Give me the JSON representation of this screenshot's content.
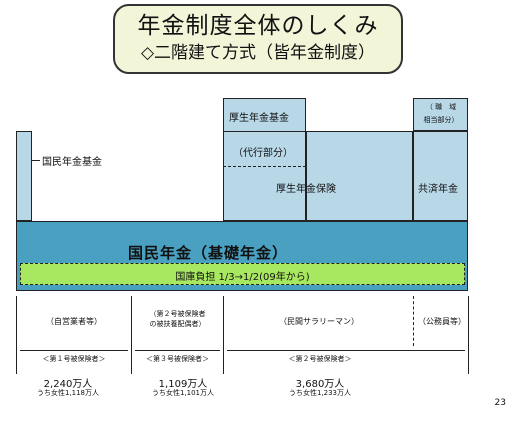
{
  "title": {
    "line1": "年金制度全体のしくみ",
    "line2": "◇二階建て方式（皆年金制度）"
  },
  "upper_tier": {
    "kosei_kikin": "厚生年金基金",
    "daiko_bubun": "（代行部分）",
    "kosei_hoken": "厚生年金保険",
    "shokuiki_line1": "（ 職　域",
    "shokuiki_line2": "相当部分）",
    "kyosai": "共済年金",
    "kokumin_kikin": "国民年金基金"
  },
  "base_tier": {
    "title": "国民年金（基礎年金）",
    "subsidy": "国庫負担 1/3→1/2(09年から)"
  },
  "groups": [
    {
      "category": "（自営業者等）",
      "insured": "＜第１号被保険者＞",
      "count": "2,240万人",
      "women": "うち女性1,118万人"
    },
    {
      "category_line1": "（第２号被保険者",
      "category_line2": "の被扶養配偶者）",
      "insured": "＜第３号被保険者＞",
      "count": "1,109万人",
      "women": "うち女性1,101万人"
    },
    {
      "category": "（民間サラリーマン）",
      "insured": "＜第２号被保険者＞",
      "count": "3,680万人",
      "women": "うち女性1,233万人"
    },
    {
      "category": "（公務員等）"
    }
  ],
  "page_number": "23",
  "colors": {
    "upper_block": "#b8d8e8",
    "base_block": "#4aa0c0",
    "subsidy_band": "#a8e860",
    "outline": "#222222"
  }
}
